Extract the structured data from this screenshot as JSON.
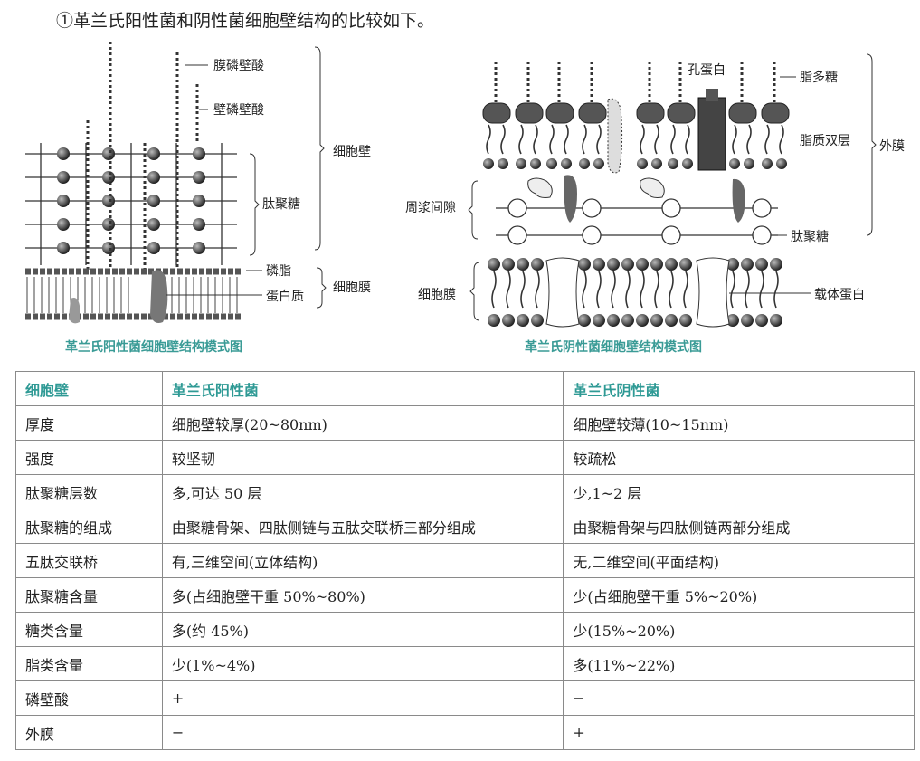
{
  "heading": "①革兰氏阳性菌和阴性菌细胞壁结构的比较如下。",
  "figure_left": {
    "caption": "革兰氏阳性菌细胞壁结构模式图",
    "labels": {
      "lipoteichoic": "膜磷壁酸",
      "wall_teichoic": "壁磷壁酸",
      "peptidoglycan": "肽聚糖",
      "cell_wall": "细胞壁",
      "phospholipid": "磷脂",
      "protein": "蛋白质",
      "cell_membrane": "细胞膜"
    }
  },
  "figure_right": {
    "caption": "革兰氏阴性菌细胞壁结构模式图",
    "labels": {
      "porin": "孔蛋白",
      "lps": "脂多糖",
      "lipid_bilayer": "脂质双层",
      "outer_membrane": "外膜",
      "periplasm": "周浆间隙",
      "peptidoglycan": "肽聚糖",
      "cell_membrane": "细胞膜",
      "carrier": "载体蛋白"
    }
  },
  "table": {
    "headers": [
      "细胞壁",
      "革兰氏阳性菌",
      "革兰氏阴性菌"
    ],
    "rows": [
      [
        "厚度",
        "细胞壁较厚(20~80nm)",
        "细胞壁较薄(10~15nm)"
      ],
      [
        "强度",
        "较坚韧",
        "较疏松"
      ],
      [
        "肽聚糖层数",
        "多,可达 50 层",
        "少,1~2 层"
      ],
      [
        "肽聚糖的组成",
        "由聚糖骨架、四肽侧链与五肽交联桥三部分组成",
        "由聚糖骨架与四肽侧链两部分组成"
      ],
      [
        "五肽交联桥",
        "有,三维空间(立体结构)",
        "无,二维空间(平面结构)"
      ],
      [
        "肽聚糖含量",
        "多(占细胞壁干重 50%~80%)",
        "少(占细胞壁干重 5%~20%)"
      ],
      [
        "糖类含量",
        "多(约 45%)",
        "少(15%~20%)"
      ],
      [
        "脂类含量",
        "少(1%~4%)",
        "多(11%~22%)"
      ],
      [
        "磷壁酸",
        "+",
        "−"
      ],
      [
        "外膜",
        "−",
        "+"
      ]
    ]
  }
}
